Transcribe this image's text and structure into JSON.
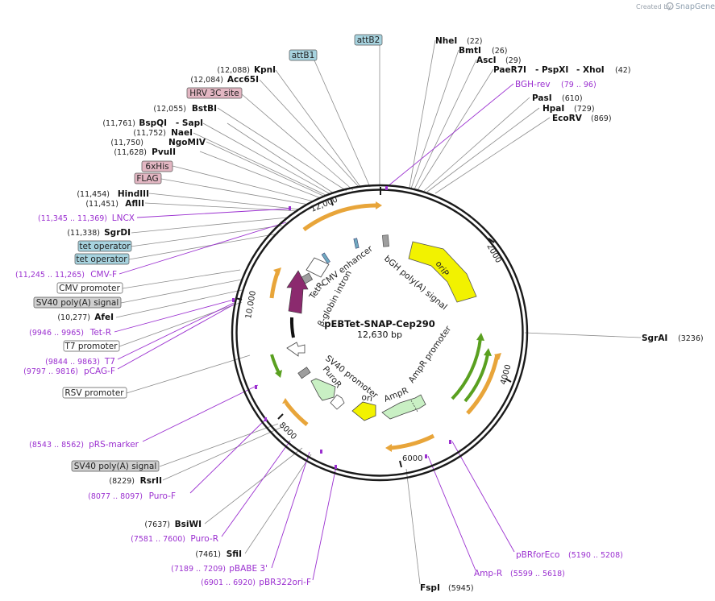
{
  "branding": {
    "created_by": "Created by",
    "product": "SnapGene"
  },
  "plasmid": {
    "name": "pEBTet-SNAP-Cep290",
    "length_label": "12,630 bp"
  },
  "ticks": [
    "2000",
    "4000",
    "6000",
    "8000",
    "10,000",
    "12,000"
  ],
  "boxed_features": [
    {
      "text": "attB2",
      "style": "blue"
    },
    {
      "text": "attB1",
      "style": "blue"
    },
    {
      "text": "HRV 3C site",
      "style": "pink"
    },
    {
      "text": "6xHis",
      "style": "pink"
    },
    {
      "text": "FLAG",
      "style": "pink"
    },
    {
      "text": "tet operator",
      "style": "blue"
    },
    {
      "text": "tet operator",
      "style": "blue"
    },
    {
      "text": "CMV promoter",
      "style": "white"
    },
    {
      "text": "SV40 poly(A) signal",
      "style": "gray"
    },
    {
      "text": "T7 promoter",
      "style": "white"
    },
    {
      "text": "RSV promoter",
      "style": "white"
    },
    {
      "text": "SV40 poly(A) signal",
      "style": "gray"
    }
  ],
  "enzymes": [
    {
      "name": "NheI",
      "pos": "(22)"
    },
    {
      "name": "BmtI",
      "pos": "(26)"
    },
    {
      "name": "AscI",
      "pos": "(29)"
    },
    {
      "name": "PaeR7I",
      "pos": ""
    },
    {
      "name": "- PspXI",
      "pos": ""
    },
    {
      "name": "- XhoI",
      "pos": "(42)"
    },
    {
      "name": "PasI",
      "pos": "(610)"
    },
    {
      "name": "HpaI",
      "pos": "(729)"
    },
    {
      "name": "EcoRV",
      "pos": "(869)"
    },
    {
      "name": "SgrAI",
      "pos": "(3236)"
    },
    {
      "name": "FspI",
      "pos": "(5945)"
    },
    {
      "name": "KpnI",
      "pos": "(12,088)"
    },
    {
      "name": "Acc65I",
      "pos": "(12,084)"
    },
    {
      "name": "BstBI",
      "pos": "(12,055)"
    },
    {
      "name": "BspQI",
      "pos": "(11,761)"
    },
    {
      "name": "- SapI",
      "pos": ""
    },
    {
      "name": "NaeI",
      "pos": "(11,752)"
    },
    {
      "name": "NgoMIV",
      "pos": "(11,750)"
    },
    {
      "name": "PvuII",
      "pos": "(11,628)"
    },
    {
      "name": "HindIII",
      "pos": "(11,454)"
    },
    {
      "name": "AflII",
      "pos": "(11,451)"
    },
    {
      "name": "SgrDI",
      "pos": "(11,338)"
    },
    {
      "name": "AfeI",
      "pos": "(10,277)"
    },
    {
      "name": "RsrII",
      "pos": "(8229)"
    },
    {
      "name": "BsiWI",
      "pos": "(7637)"
    },
    {
      "name": "SfiI",
      "pos": "(7461)"
    }
  ],
  "primers": [
    {
      "name": "BGH-rev",
      "range": "(79 .. 96)"
    },
    {
      "name": "LNCX",
      "range": "(11,345 .. 11,369)"
    },
    {
      "name": "CMV-F",
      "range": "(11,245 .. 11,265)"
    },
    {
      "name": "Tet-R",
      "range": "(9946 .. 9965)"
    },
    {
      "name": "T7",
      "range": "(9844 .. 9863)"
    },
    {
      "name": "pCAG-F",
      "range": "(9797 .. 9816)"
    },
    {
      "name": "pRS-marker",
      "range": "(8543 .. 8562)"
    },
    {
      "name": "Puro-F",
      "range": "(8077 .. 8097)"
    },
    {
      "name": "Puro-R",
      "range": "(7581 .. 7600)"
    },
    {
      "name": "pBABE 3'",
      "range": "(7189 .. 7209)"
    },
    {
      "name": "pBR322ori-F",
      "range": "(6901 .. 6920)"
    },
    {
      "name": "pBRforEco",
      "range": "(5190 .. 5208)"
    },
    {
      "name": "Amp-R",
      "range": "(5599 .. 5618)"
    }
  ],
  "inner_features": [
    "bGH poly(A) signal",
    "oriP",
    "CMV enhancer",
    "TetR",
    "β-globin intron",
    "AmpR promoter",
    "AmpR",
    "ori",
    "SV40 promoter",
    "PuroR"
  ],
  "colors": {
    "ring": "#222222",
    "orange_arrow": "#e8a53a",
    "green_arrow": "#5aa020",
    "yellow_feature": "#f2f200",
    "purple_feature": "#8b2a6e",
    "blue_box": "#a7d3df",
    "pink_box": "#e2b6c2",
    "gray_box": "#cfcfcf",
    "primer": "#9b30d0"
  }
}
